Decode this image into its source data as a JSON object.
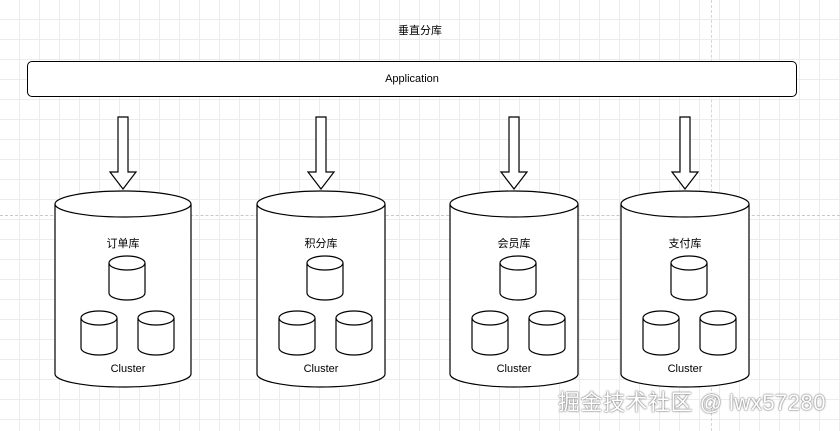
{
  "title": "垂直分库",
  "application": {
    "label": "Application"
  },
  "databases": [
    {
      "name": "订单库",
      "cluster_label": "Cluster"
    },
    {
      "name": "积分库",
      "cluster_label": "Cluster"
    },
    {
      "name": "会员库",
      "cluster_label": "Cluster"
    },
    {
      "name": "支付库",
      "cluster_label": "Cluster"
    }
  ],
  "watermark": "掘金技术社区 @ lwx57280"
}
